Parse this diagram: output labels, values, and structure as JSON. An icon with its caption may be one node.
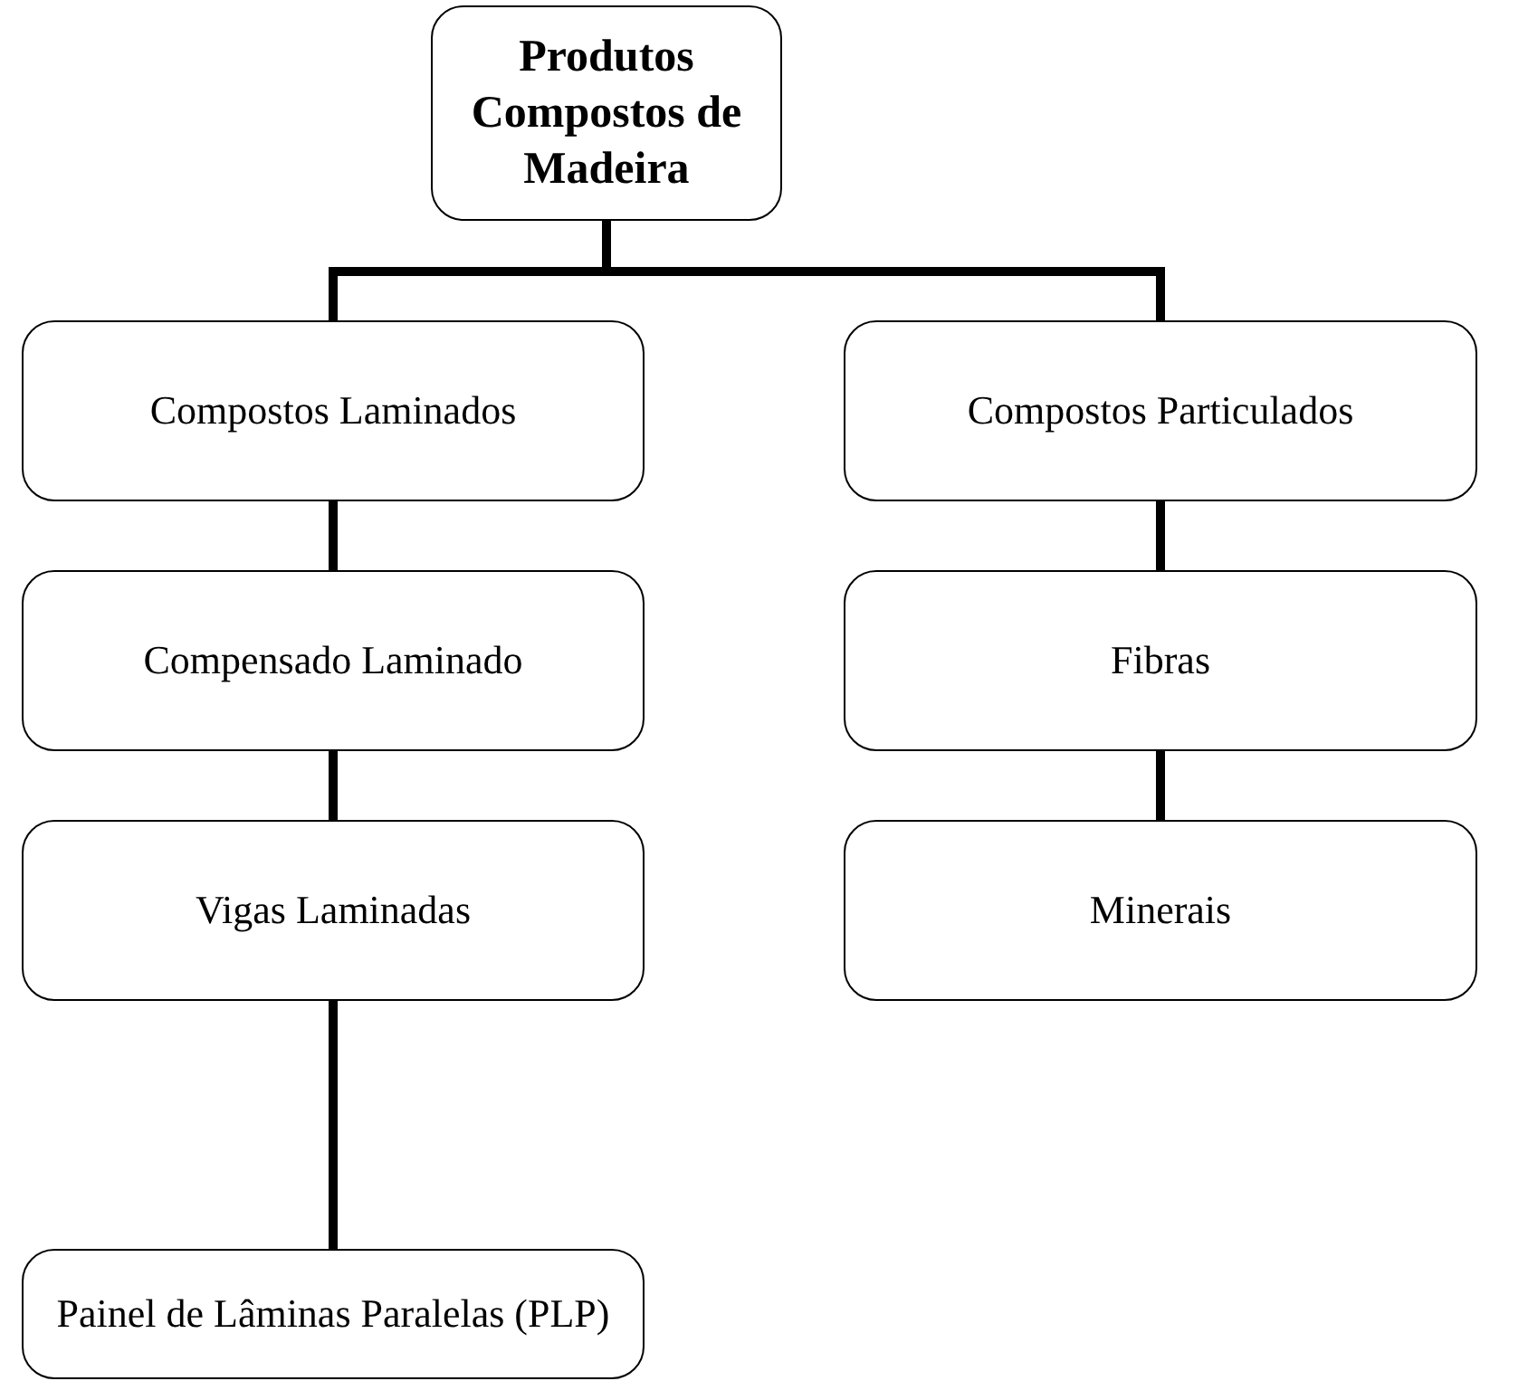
{
  "diagram": {
    "nodes": [
      {
        "text": [
          "Produtos Compostos de Madeira"
        ]
      },
      {
        "text": [
          "Compostos Laminados"
        ]
      },
      {
        "text": [
          "Compensado Laminado"
        ]
      },
      {
        "text": [
          "Vigas Laminadas"
        ]
      },
      {
        "text": [
          "Painel de Lâminas Paralelas (PLP)"
        ]
      },
      {
        "text": [
          "Compostos Particulados"
        ]
      },
      {
        "text": [
          "Fibras"
        ]
      },
      {
        "text": [
          "Minerais"
        ]
      }
    ],
    "edges": [
      {
        "from": 0,
        "to": 1,
        "arrow": "none"
      },
      {
        "from": 1,
        "to": 2,
        "arrow": "none"
      },
      {
        "from": 2,
        "to": 3,
        "arrow": "none"
      },
      {
        "from": 3,
        "to": 4,
        "arrow": "none"
      },
      {
        "from": 0,
        "to": 5,
        "arrow": "none"
      },
      {
        "from": 5,
        "to": 6,
        "arrow": "none"
      },
      {
        "from": 6,
        "to": 7,
        "arrow": "none"
      }
    ]
  }
}
